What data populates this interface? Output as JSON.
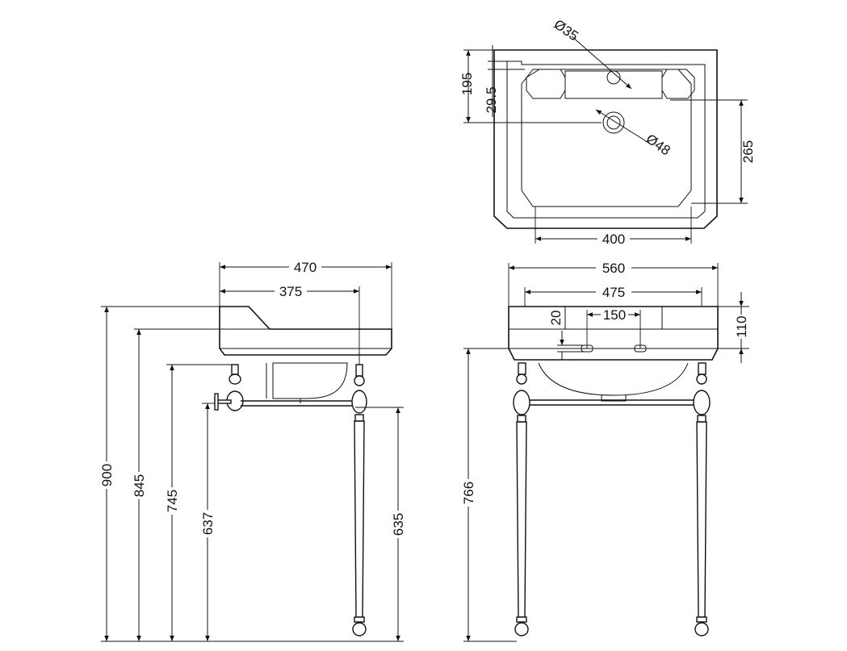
{
  "dimensions": {
    "plan_dia_tap": "Ø35",
    "plan_dia_waste": "Ø48",
    "plan_195": "195",
    "plan_29_5": "29.5",
    "plan_265": "265",
    "plan_400": "400",
    "side_470": "470",
    "side_375": "375",
    "side_900": "900",
    "side_845": "845",
    "side_745": "745",
    "side_637": "637",
    "side_635": "635",
    "front_560": "560",
    "front_475": "475",
    "front_150": "150",
    "front_20": "20",
    "front_110": "110",
    "front_766": "766"
  }
}
